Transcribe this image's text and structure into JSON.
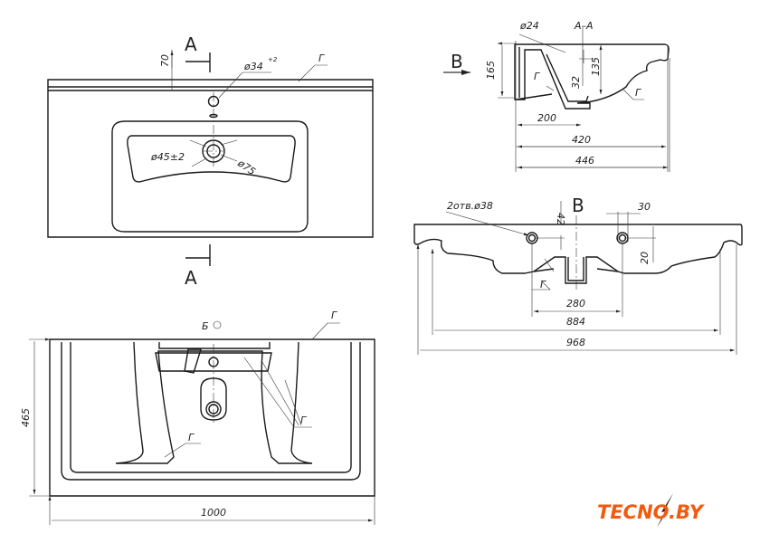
{
  "top_view": {
    "section_label_top": "A",
    "section_label_bottom": "A",
    "dim_70": "70",
    "dim_hole": "ø34",
    "dim_hole_tol": "+2",
    "mark_g": "Г",
    "dim_drain": "ø45±2",
    "dim_drain_outer": "ø75"
  },
  "bottom_view": {
    "view_label": "Б",
    "mark_g1": "Г",
    "mark_g2": "Г",
    "mark_g3": "Г",
    "dim_height": "465",
    "dim_width": "1000"
  },
  "section_aa": {
    "title": "A–A",
    "view_arrow": "B",
    "dim_24": "ø24",
    "dim_165": "165",
    "dim_32": "32",
    "dim_135": "135",
    "dim_200": "200",
    "dim_420": "420",
    "dim_446": "446",
    "mark_g1": "Г",
    "mark_g2": "Г"
  },
  "front_view": {
    "title": "B",
    "holes": "2отв.ø38",
    "dim_42": "42",
    "dim_30": "30",
    "dim_20": "20",
    "dim_280": "280",
    "dim_884": "884",
    "dim_968": "968",
    "mark_g": "Г"
  },
  "logo": "TECNO.BY",
  "colors": {
    "logo": "#f25a0d",
    "line": "#1a1a1a"
  }
}
